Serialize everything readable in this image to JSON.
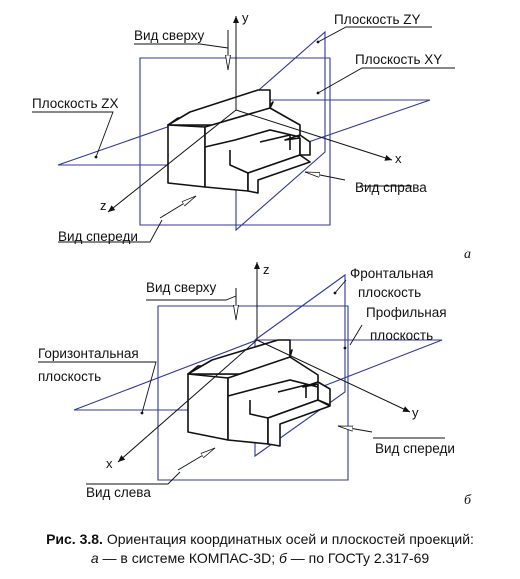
{
  "diagram_a": {
    "letter": "а",
    "axes": {
      "y": "y",
      "x": "x",
      "z": "z"
    },
    "labels": {
      "top_view": "Вид сверху",
      "plane_zy": "Плоскость ZY",
      "plane_xy": "Плоскость XY",
      "plane_zx": "Плоскость ZX",
      "right_view": "Вид справа",
      "front_view": "Вид спереди"
    }
  },
  "diagram_b": {
    "letter": "б",
    "axes": {
      "z": "z",
      "y": "y",
      "x": "x"
    },
    "labels": {
      "top_view": "Вид сверху",
      "frontal_1": "Фронтальная",
      "frontal_2": "плоскость",
      "profile_1": "Профильная",
      "profile_2": "плоскость",
      "horizontal_1": "Горизонтальная",
      "horizontal_2": "плоскость",
      "front_view": "Вид спереди",
      "left_view": "Вид слева"
    }
  },
  "caption": {
    "number": "Рис. 3.8.",
    "title": "Ориентация координатных осей и плоскостей проекций:",
    "line2_a": "а",
    "line2_a_text": " — в системе КОМПАС-3D; ",
    "line2_b": "б",
    "line2_b_text": " — по ГОСТу 2.317-69"
  }
}
